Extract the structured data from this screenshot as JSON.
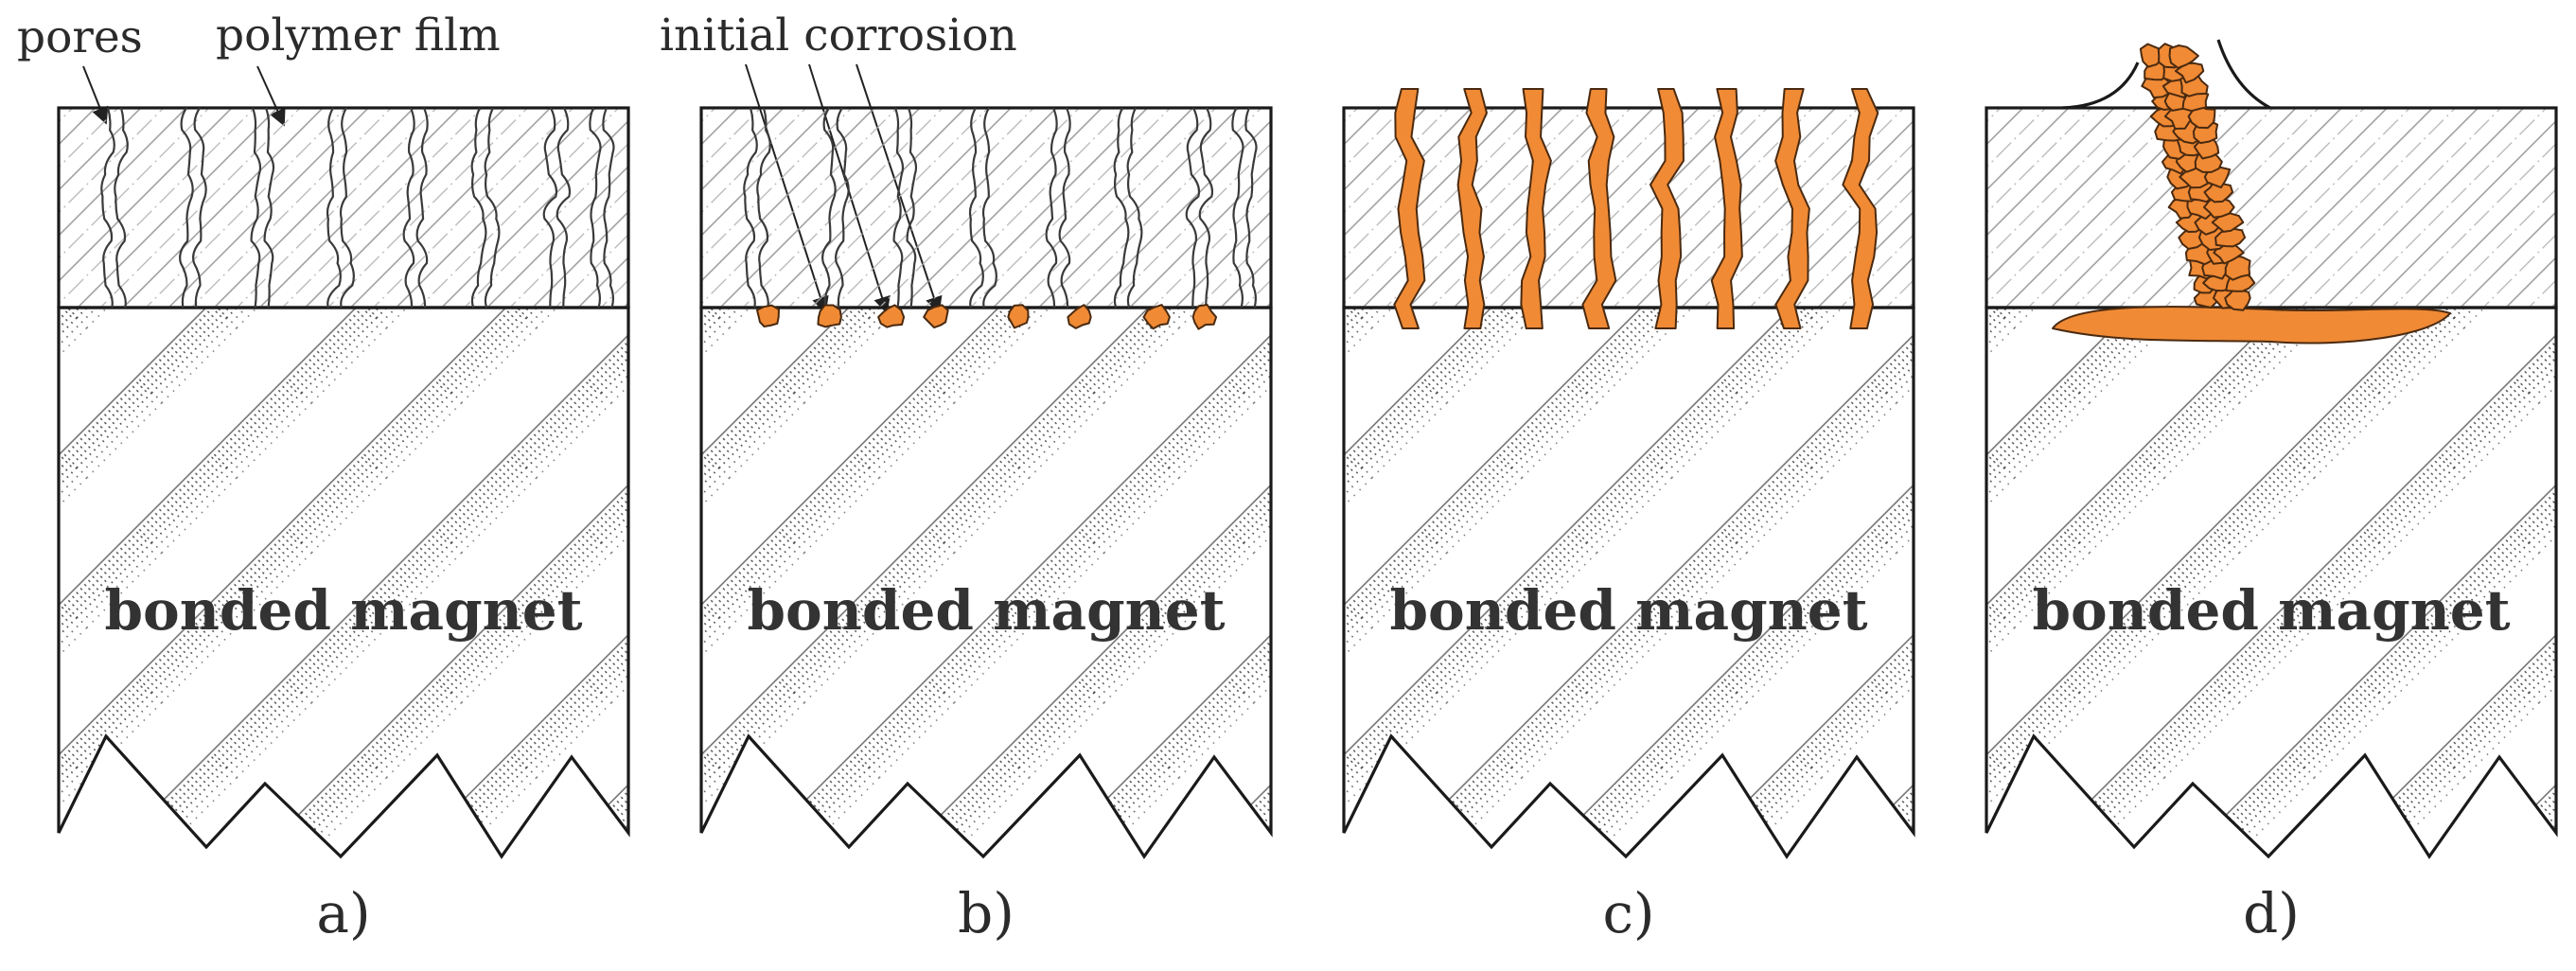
{
  "callouts": {
    "pores": "pores",
    "polymer_film": "polymer film",
    "initial_corrosion": "initial corrosion"
  },
  "panels": [
    {
      "id": "a",
      "letter": "a)",
      "magnet_label": "bonded magnet"
    },
    {
      "id": "b",
      "letter": "b)",
      "magnet_label": "bonded magnet"
    },
    {
      "id": "c",
      "letter": "c)",
      "magnet_label": "bonded magnet"
    },
    {
      "id": "d",
      "letter": "d)",
      "magnet_label": "bonded magnet"
    }
  ],
  "colors": {
    "corrosion": "#f08a35",
    "outline": "#1a1a1a",
    "film_hatch": "#9a9a9a",
    "magnet_dots": "#555555"
  }
}
